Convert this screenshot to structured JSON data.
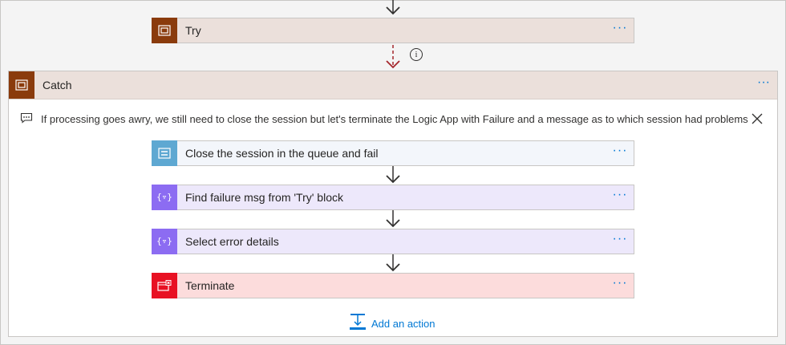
{
  "colors": {
    "try_scope": "#8a3b0c",
    "scope_header_bg": "#ebe0db",
    "service_bus": "#5ea8d2",
    "variables": "#8c6cf2",
    "terminate": "#e81123",
    "link": "#0078d4",
    "error_arrow": "#a4262c"
  },
  "try_block": {
    "label": "Try",
    "icon": "scope-icon",
    "more": "···"
  },
  "catch_block": {
    "label": "Catch",
    "icon": "scope-icon",
    "more": "···",
    "comment": {
      "icon": "comment-icon",
      "text": "If processing goes awry, we still need to close the session but let's terminate the Logic App with Failure and a message as to which session had problems"
    },
    "actions": [
      {
        "label": "Close the session in the queue and fail",
        "icon": "service-bus-icon",
        "more": "···"
      },
      {
        "label": "Find failure msg from 'Try' block",
        "icon": "variable-icon",
        "more": "···"
      },
      {
        "label": "Select error details",
        "icon": "variable-icon",
        "more": "···"
      },
      {
        "label": "Terminate",
        "icon": "terminate-icon",
        "more": "···"
      }
    ],
    "add_action": "Add an action"
  },
  "run_after_info": {
    "icon": "info-icon",
    "text": "i"
  }
}
